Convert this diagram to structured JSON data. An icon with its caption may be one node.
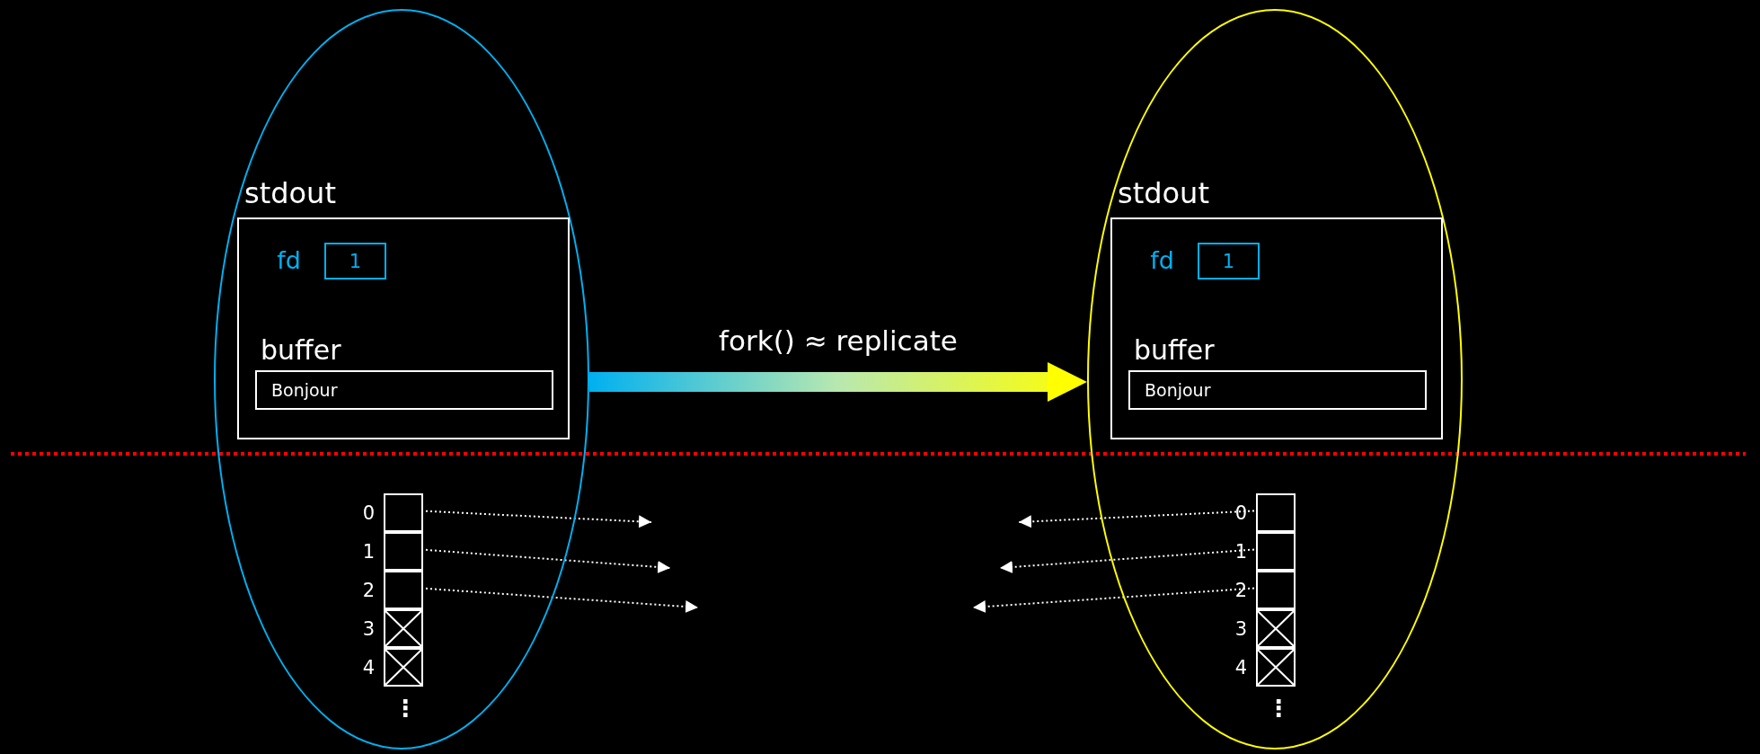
{
  "diagram": {
    "nodes": [
      {
        "text": [],
        "shape": "ellipse"
      },
      {
        "text": [
          "stdout"
        ],
        "in": 0
      },
      {
        "text": [
          "1"
        ],
        "beside": [
          "fd"
        ],
        "in": 1
      },
      {
        "text": [
          "Bonjour"
        ],
        "beside": [
          "buffer"
        ],
        "in": 1
      },
      {
        "text": [],
        "shape": "box",
        "beside": [
          "0"
        ],
        "in": 0
      },
      {
        "text": [],
        "shape": "box",
        "beside": [
          "1"
        ],
        "in": 0
      },
      {
        "text": [],
        "shape": "box",
        "beside": [
          "2"
        ],
        "in": 0
      },
      {
        "text": [],
        "shape": "box",
        "beside": [
          "3"
        ],
        "in": 0
      },
      {
        "text": [],
        "shape": "box",
        "beside": [
          "4"
        ],
        "in": 0
      },
      {
        "text": [],
        "shape": "ellipse"
      },
      {
        "text": [
          "stdout"
        ],
        "in": 9
      },
      {
        "text": [
          "1"
        ],
        "beside": [
          "fd"
        ],
        "in": 10
      },
      {
        "text": [
          "Bonjour"
        ],
        "beside": [
          "buffer"
        ],
        "in": 10
      },
      {
        "text": [],
        "shape": "box",
        "beside": [
          "0"
        ],
        "in": 9
      },
      {
        "text": [],
        "shape": "box",
        "beside": [
          "1"
        ],
        "in": 9
      },
      {
        "text": [],
        "shape": "box",
        "beside": [
          "2"
        ],
        "in": 9
      },
      {
        "text": [],
        "shape": "box",
        "beside": [
          "3"
        ],
        "in": 9
      },
      {
        "text": [],
        "shape": "box",
        "beside": [
          "4"
        ],
        "in": 9
      }
    ],
    "edges": [
      {
        "from": 0,
        "to": 9,
        "arrow": "to",
        "label": "fork() ≈ replicate"
      },
      {
        "from": 4,
        "to": null,
        "arrow": "to",
        "style": "dashed"
      },
      {
        "from": 5,
        "to": null,
        "arrow": "to",
        "style": "dashed"
      },
      {
        "from": 6,
        "to": null,
        "arrow": "to",
        "style": "dashed"
      },
      {
        "from": 13,
        "to": null,
        "arrow": "to",
        "style": "dashed"
      },
      {
        "from": 14,
        "to": null,
        "arrow": "to",
        "style": "dashed"
      },
      {
        "from": 15,
        "to": null,
        "arrow": "to",
        "style": "dashed"
      }
    ],
    "labels": [
      "⋮",
      "⋮"
    ]
  }
}
